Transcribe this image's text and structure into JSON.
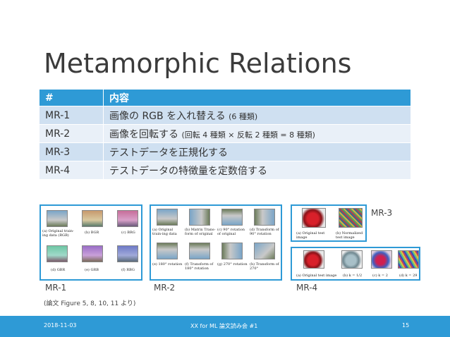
{
  "slide": {
    "title": "Metamorphic Relations",
    "table": {
      "headers": [
        "#",
        "内容"
      ],
      "rows": [
        {
          "id": "MR-1",
          "main": "画像の RGB を入れ替える",
          "small": "(6 種類)"
        },
        {
          "id": "MR-2",
          "main": "画像を回転する",
          "small": "(回転 4 種類 × 反転 2 種類 = 8 種類)"
        },
        {
          "id": "MR-3",
          "main": "テストデータを正規化する",
          "small": ""
        },
        {
          "id": "MR-4",
          "main": "テストデータの特徴量を定数倍する",
          "small": ""
        }
      ]
    },
    "figures": {
      "mr1": {
        "label": "MR-1",
        "captions": [
          "(a) Original train-ing data (RGB)",
          "(b) BGR",
          "(c) BRG",
          "(d) GBR",
          "(e) GRB",
          "(f) RBG"
        ]
      },
      "mr2": {
        "label": "MR-2",
        "captions": [
          "(a) Original train-ing data",
          "(b) Matrix Trans-form of original",
          "(c) 90° rotation of original",
          "(d) Transform of 90° rotation",
          "(e) 180° rotation",
          "(f) Transform of 180° rotation",
          "(g) 270° rotation",
          "(h) Transform of 270°"
        ]
      },
      "mr3": {
        "label": "MR-3",
        "captions": [
          "(a) Original test image",
          "(b) Normalized test image"
        ]
      },
      "mr4": {
        "label": "MR-4",
        "captions": [
          "(a) Original test image",
          "(b) k = 1/2",
          "(c) k = 2",
          "(d) k = 29"
        ]
      }
    },
    "note": "(論文 Figure 5, 8, 10, 11 より)",
    "footer": {
      "date": "2018-11-03",
      "event": "XX for ML 論文読み会 #1",
      "page": "15"
    },
    "colors": {
      "accent": "#2e9ad6",
      "row_odd": "#cfe0f1",
      "row_even": "#e9f0f8"
    }
  }
}
